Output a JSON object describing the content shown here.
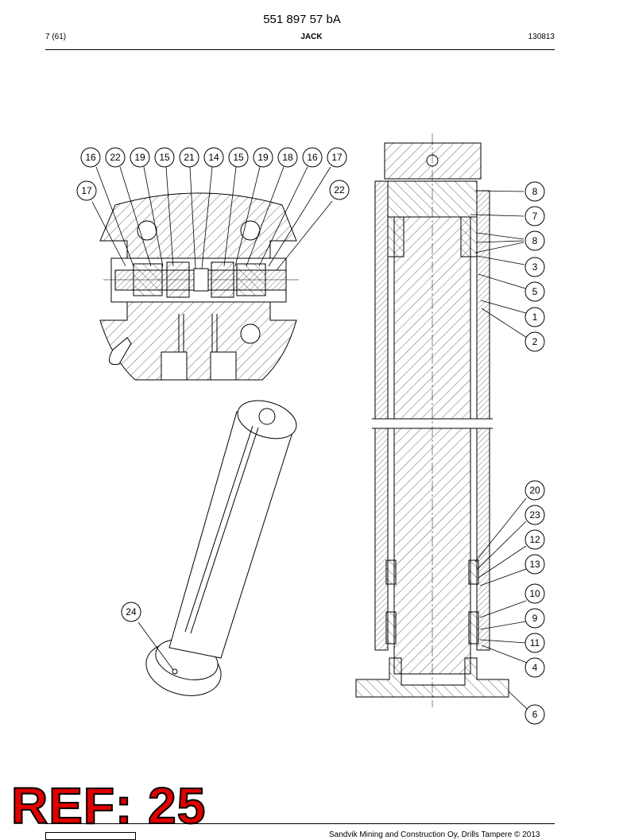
{
  "header": {
    "doc_number": "551 897 57 bA",
    "page": "7 (61)",
    "title": "JACK",
    "date": "130813"
  },
  "callouts": [
    "16",
    "22",
    "19",
    "15",
    "21",
    "14",
    "15",
    "19",
    "18",
    "16",
    "17",
    "17",
    "22",
    "8",
    "7",
    "8",
    "3",
    "5",
    "1",
    "2",
    "20",
    "23",
    "12",
    "13",
    "10",
    "9",
    "11",
    "4",
    "6",
    "24"
  ],
  "ref_label": "REF: 25",
  "footer": {
    "copyright": "Sandvik Mining and Construction Oy, Drills Tampere © 2013"
  }
}
